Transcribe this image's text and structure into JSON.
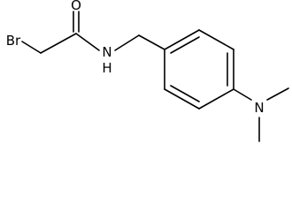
{
  "molecule": {
    "atoms": {
      "bromine": "Br",
      "oxygen": "O",
      "amide_nitrogen": "N",
      "amide_hydrogen": "H",
      "amine_nitrogen": "N"
    }
  }
}
